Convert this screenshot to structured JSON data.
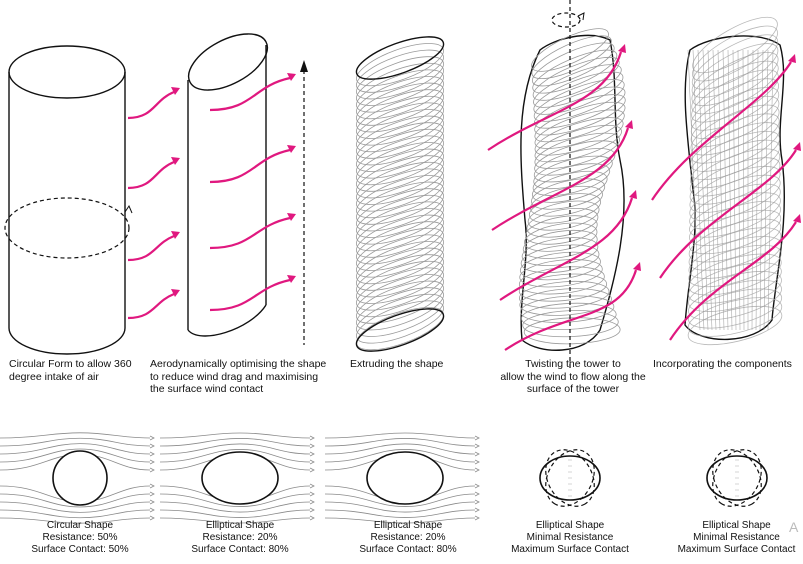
{
  "steps": [
    {
      "caption": "Circular Form to allow 360\ndegree intake of air"
    },
    {
      "caption": "Aerodynamically optimising the shape\nto reduce wind drag and maximising\nthe surface wind contact"
    },
    {
      "caption": "Extruding the shape"
    },
    {
      "caption": "Twisting the tower to\nallow the wind to flow along the\nsurface of the tower"
    },
    {
      "caption": "Incorporating the components"
    }
  ],
  "studies": [
    {
      "title": "Circular Shape",
      "line1": "Resistance: 50%",
      "line2": "Surface Contact: 50%"
    },
    {
      "title": "Elliptical Shape",
      "line1": "Resistance: 20%",
      "line2": "Surface Contact: 80%"
    },
    {
      "title": "Elliptical Shape",
      "line1": "Resistance: 20%",
      "line2": "Surface Contact: 80%"
    },
    {
      "title": "Elliptical Shape",
      "line1": "Minimal Resistance",
      "line2": "Maximum Surface Contact"
    },
    {
      "title": "Elliptical Shape",
      "line1": "Minimal Resistance",
      "line2": "Maximum Surface Contact"
    }
  ],
  "watermark": "A",
  "colors": {
    "wind": "#e0187f",
    "line": "#111111",
    "flow": "#8a8a8a"
  }
}
